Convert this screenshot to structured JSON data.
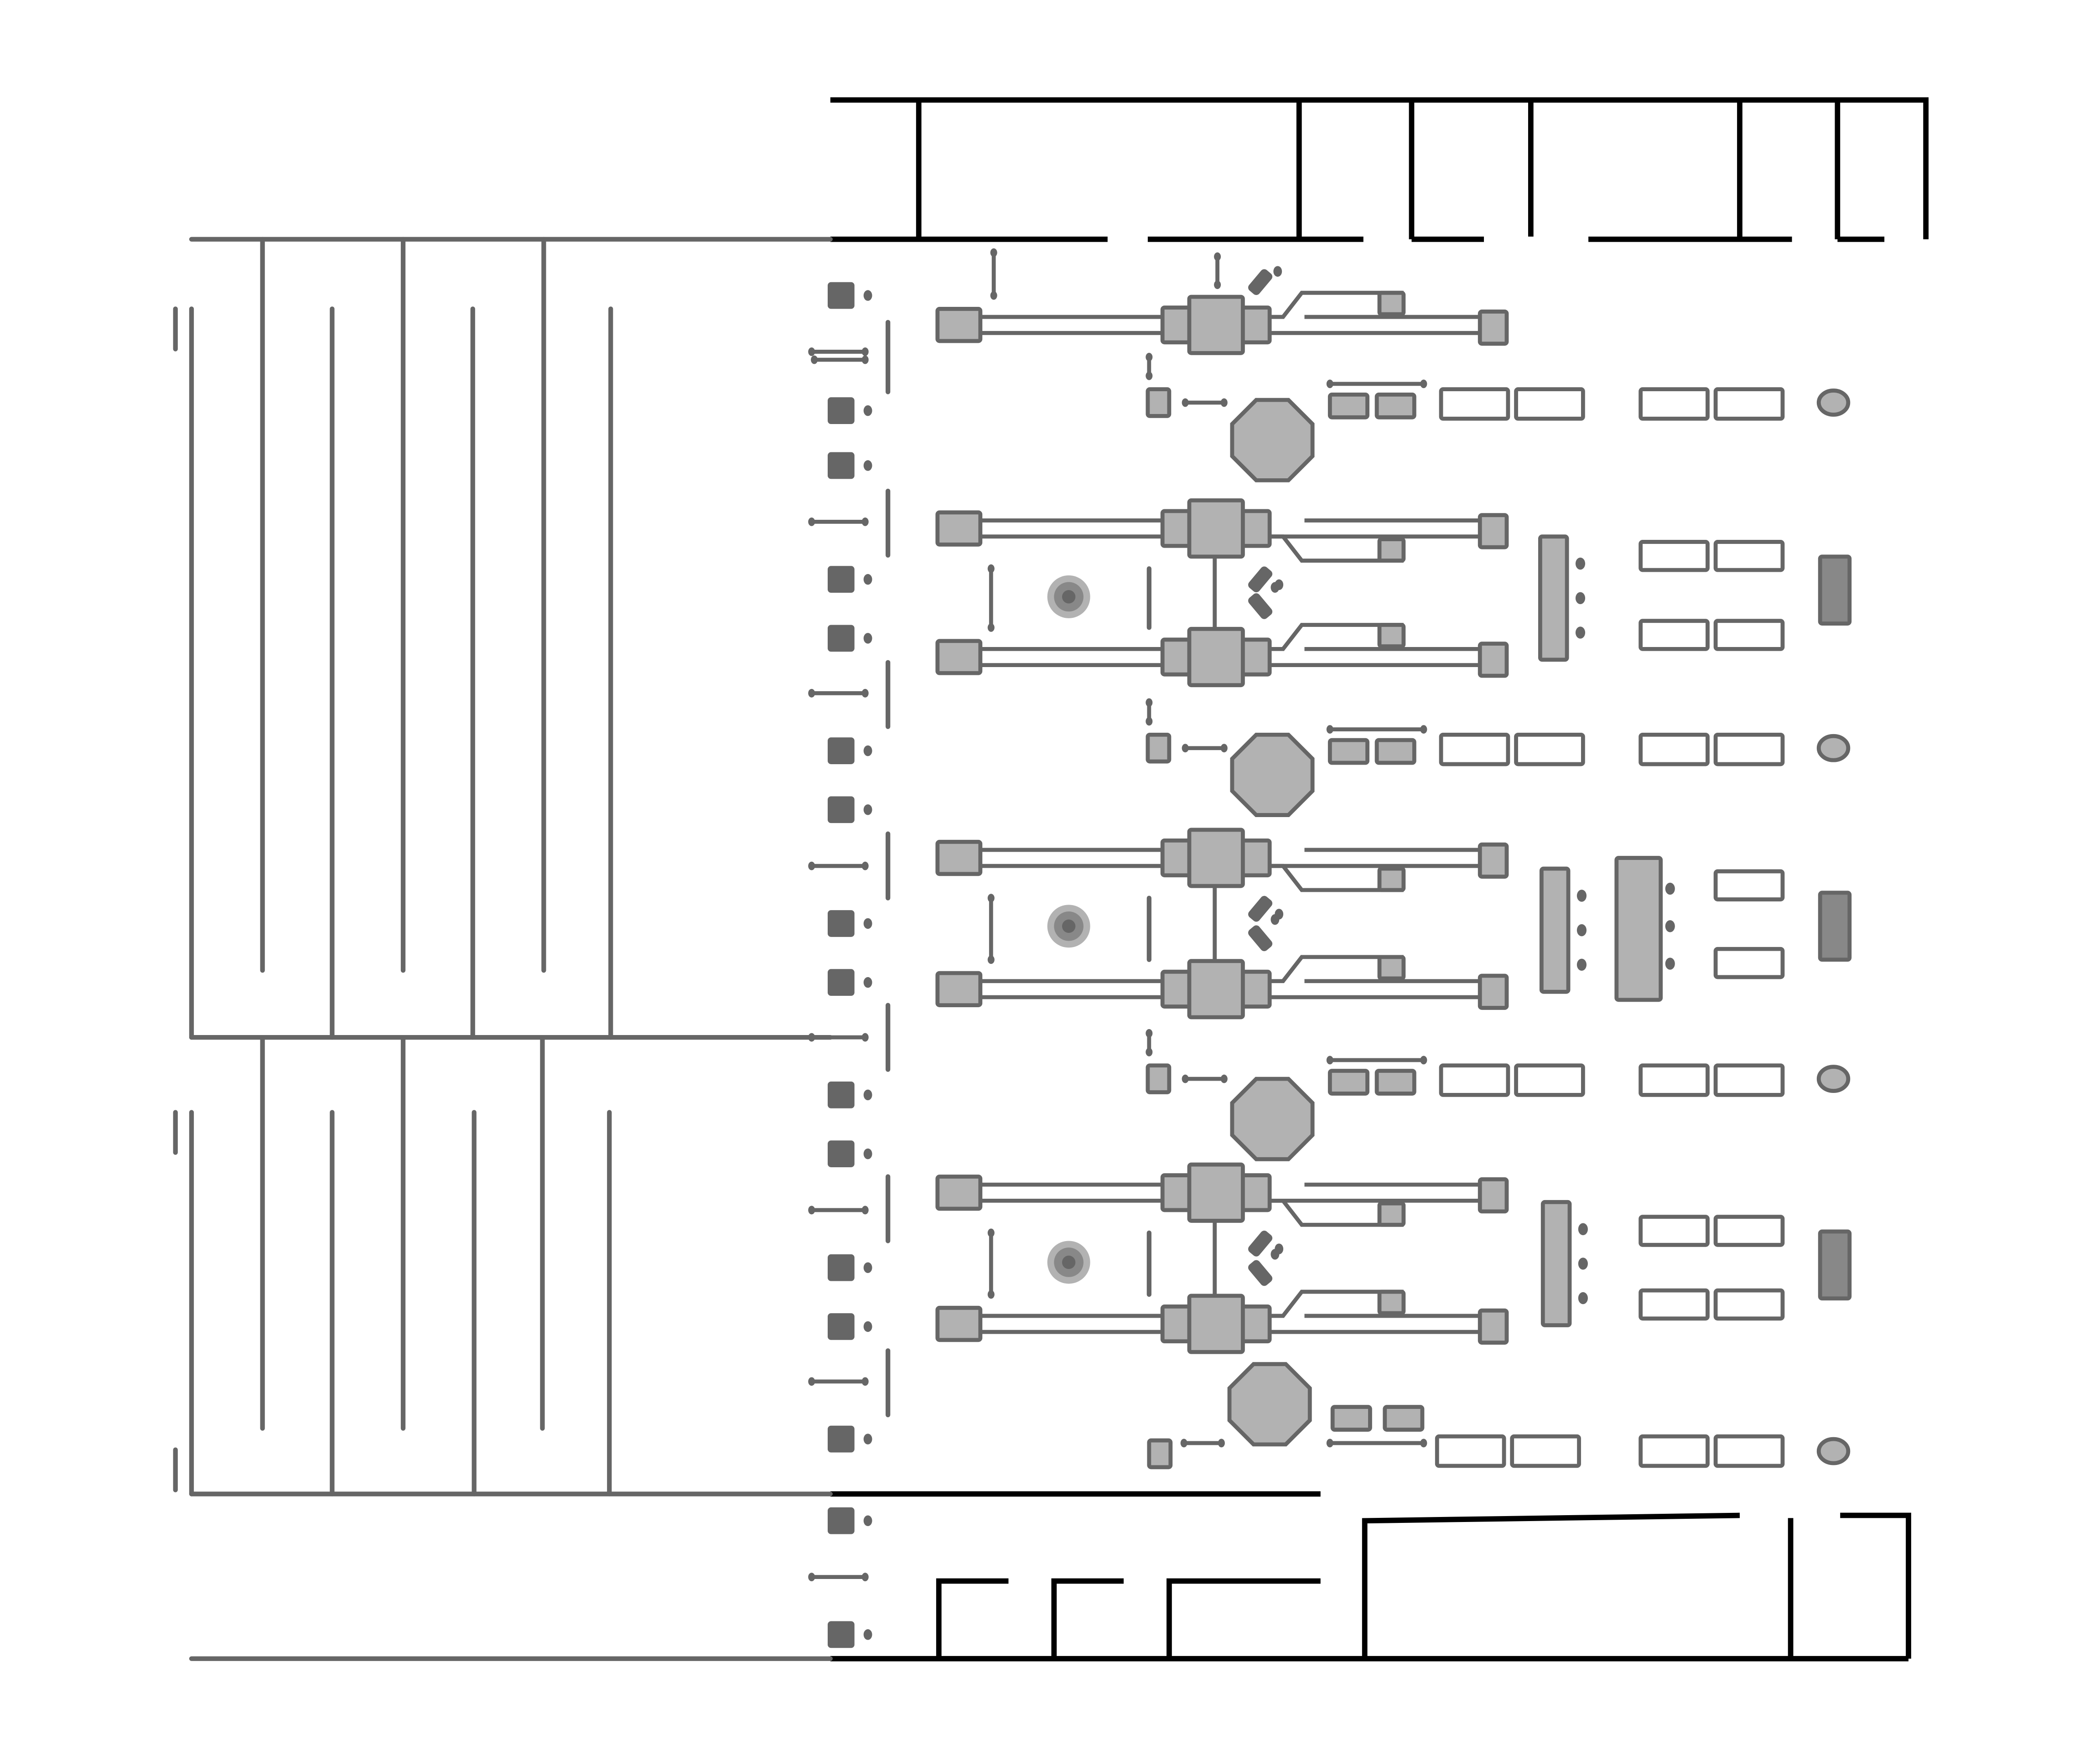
{
  "diagram": {
    "kind": "top-down layout map",
    "colors": {
      "background": "#ffffff",
      "outer_wall": "#000000",
      "inner_wall": "#666666",
      "object_fill": "#b2b2b2",
      "object_stroke": "#666666",
      "dark_marker": "#666666",
      "panel_fill": "#888888"
    },
    "icons": {
      "target": "concentric-circle-icon",
      "octagon": "octagon-icon",
      "round_marker": "circle-marker-icon"
    },
    "counts": {
      "row_units": 4,
      "target_markers": 3,
      "octagons": 4,
      "side_panels": 3
    }
  }
}
